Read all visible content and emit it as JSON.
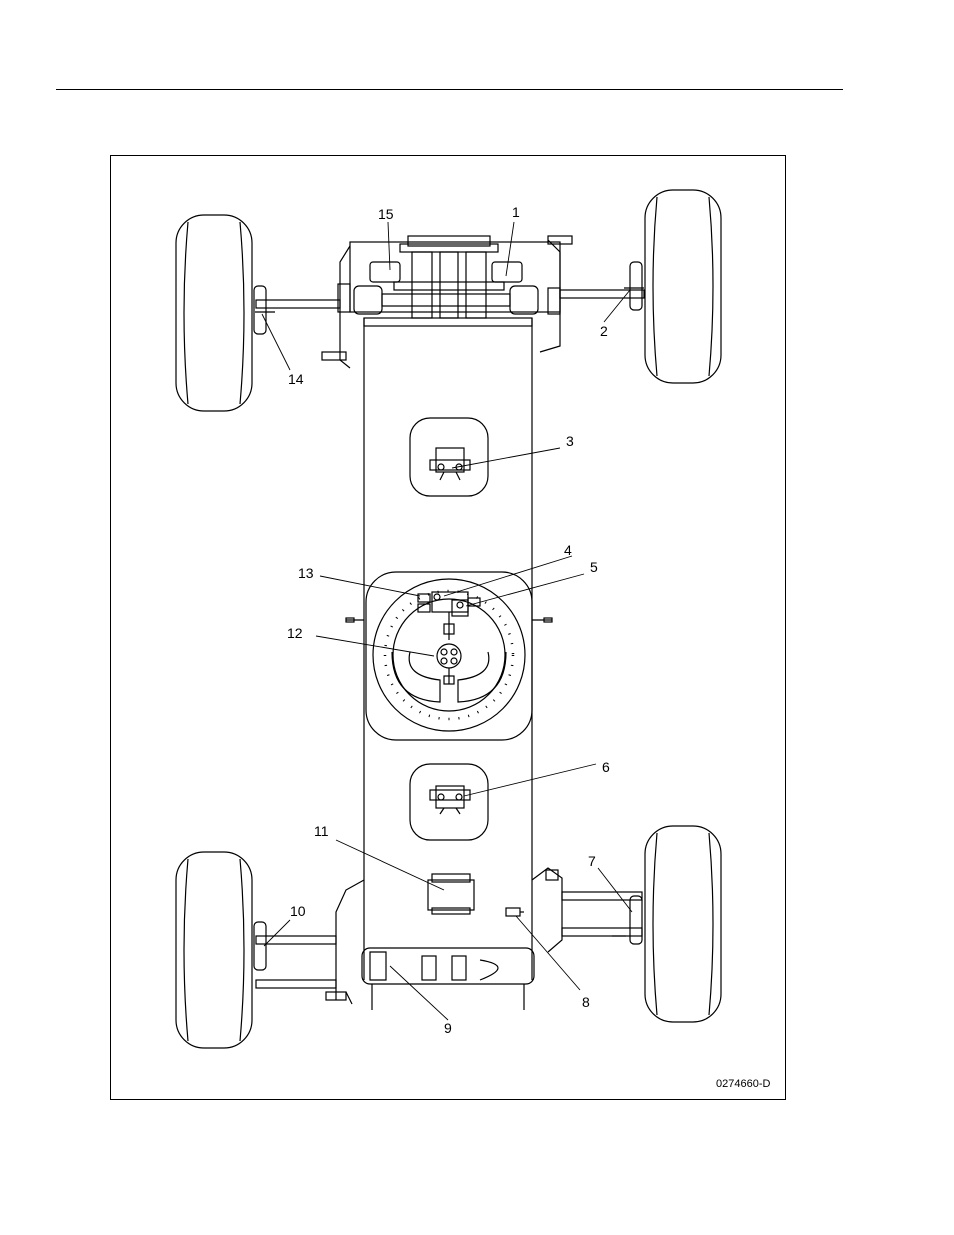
{
  "figure": {
    "figure_id": "0274660-D",
    "callouts": [
      "1",
      "2",
      "3",
      "4",
      "5",
      "6",
      "7",
      "8",
      "9",
      "10",
      "11",
      "12",
      "13",
      "14",
      "15"
    ]
  }
}
